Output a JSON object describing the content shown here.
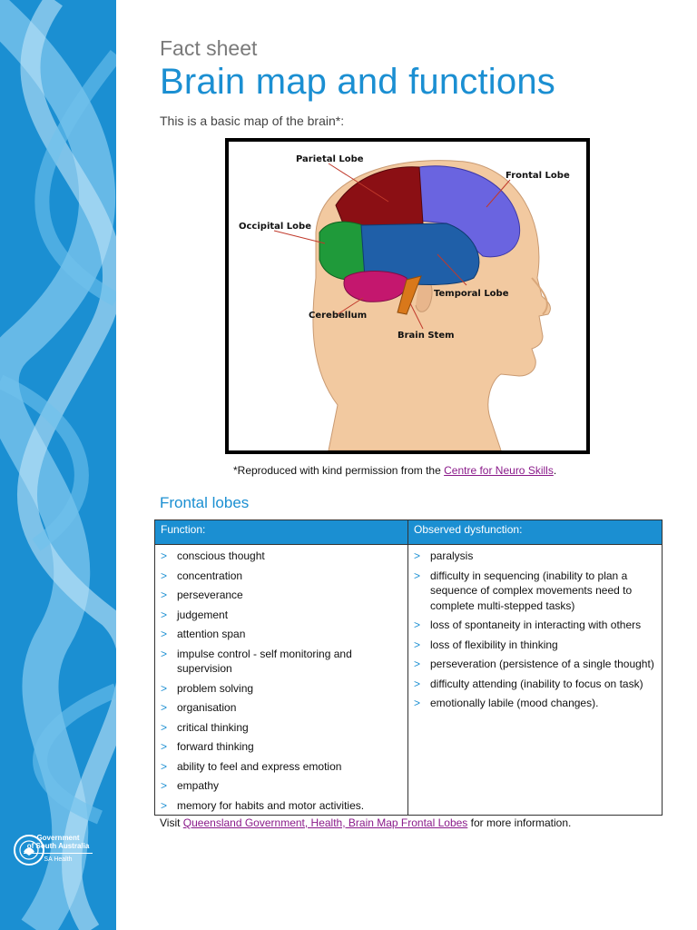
{
  "header": {
    "kicker": "Fact sheet",
    "title": "Brain map and functions",
    "intro": "This is a basic map of the brain*:"
  },
  "figure": {
    "labels": {
      "parietal": "Parietal Lobe",
      "frontal": "Frontal Lobe",
      "occipital": "Occipital Lobe",
      "temporal": "Temporal Lobe",
      "cerebellum": "Cerebellum",
      "brain_stem": "Brain Stem"
    },
    "colors": {
      "parietal": "#8b0f14",
      "frontal": "#6a64e0",
      "occipital": "#1f9a3a",
      "temporal": "#1f5fa8",
      "cerebellum": "#c4176e",
      "brain_stem": "#d9781a",
      "skin": "#f2c9a0"
    }
  },
  "caption": {
    "prefix": "*Reproduced with kind permission from the ",
    "link": "Centre for Neuro Skills",
    "suffix": "."
  },
  "section": {
    "heading": "Frontal lobes"
  },
  "table": {
    "headers": [
      "Function:",
      "Observed dysfunction:"
    ],
    "functions": [
      "conscious thought",
      "concentration",
      "perseverance",
      "judgement",
      "attention span",
      "impulse control - self monitoring and supervision",
      "problem solving",
      "organisation",
      "critical thinking",
      "forward thinking",
      "ability to feel and express emotion",
      "empathy",
      "memory for habits and motor activities."
    ],
    "dysfunctions": [
      "paralysis",
      "difficulty in sequencing (inability to plan a sequence of complex movements need to complete multi-stepped tasks)",
      "loss of spontaneity in interacting with others",
      "loss of flexibility in thinking",
      "perseveration (persistence of a single thought)",
      "difficulty attending (inability to focus on task)",
      "emotionally labile (mood changes)."
    ]
  },
  "footer": {
    "prefix": "Visit ",
    "link": "Queensland Government, Health, Brain Map Frontal Lobes",
    "suffix": " for more information."
  },
  "logo": {
    "line1": "Government",
    "line2": "of South Australia",
    "line3": "SA Health"
  },
  "theme": {
    "brand": "#1b8fd2",
    "link": "#8a1a8a"
  }
}
